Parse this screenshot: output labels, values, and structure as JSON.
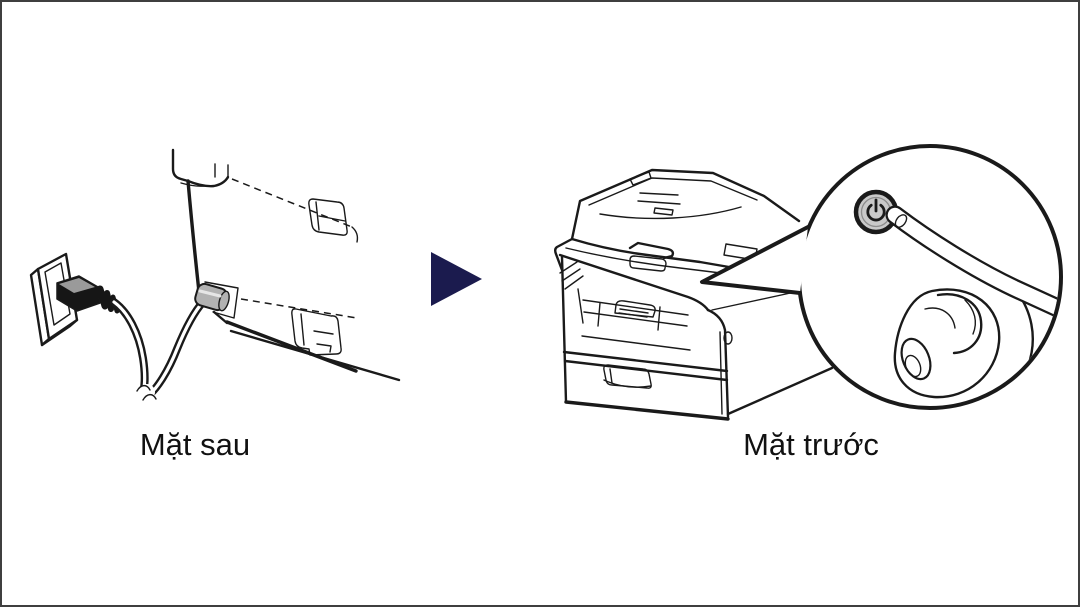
{
  "colors": {
    "background": "#ffffff",
    "frame-border": "#3f3f3f",
    "line": "#1a1a1a",
    "arrow": "#1b1b4e",
    "button-fill": "#c9c9c9",
    "metal": "#b2b2b2",
    "plug-dark": "#161616",
    "text": "#111111"
  },
  "illustration": {
    "rear": {
      "label": "Mặt sau"
    },
    "front": {
      "label": "Mặt trước"
    },
    "arrow": {
      "direction": "right",
      "icon": "triangle-right-icon"
    },
    "power_button": {
      "icon": "power-icon"
    }
  }
}
